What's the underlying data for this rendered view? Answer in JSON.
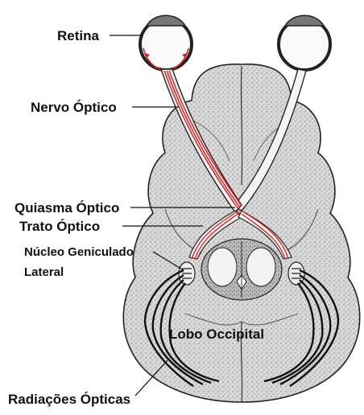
{
  "labels": {
    "retina": "Retina",
    "optic_nerve": "Nervo Óptico",
    "optic_chiasm": "Quiasma Óptico",
    "optic_tract": "Trato Óptico",
    "lgn_line1": "Núcleo Geniculado",
    "lgn_line2": "Lateral",
    "occipital_lobe": "Lobo Occipital",
    "optic_radiations": "Radiações Ópticas"
  },
  "colors": {
    "pathway_highlight": "#d41f1f",
    "brain_fill": "#d6d6d6",
    "outline": "#1a1a1a"
  }
}
